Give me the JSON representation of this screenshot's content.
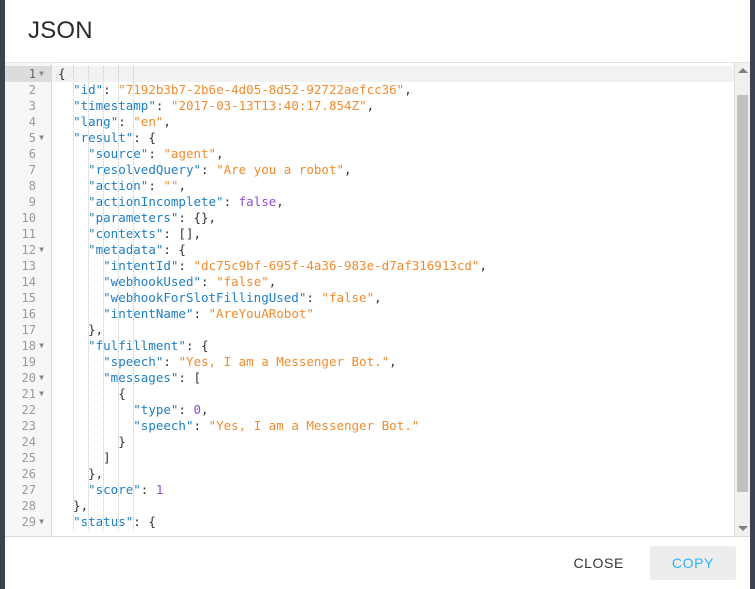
{
  "dialog": {
    "title": "JSON"
  },
  "footer": {
    "close_label": "CLOSE",
    "copy_label": "COPY"
  },
  "colors": {
    "key": "#1f7fc4",
    "string": "#f08c2e",
    "number": "#8b4fd6",
    "atom": "#8b4fd6",
    "punctuation": "#333333",
    "copy_accent": "#29b6f6",
    "frame": "#3c4250",
    "gutter_bg": "#f7f7f7",
    "active_line_bg": "#f2f2f2"
  },
  "editor": {
    "active_line": 1,
    "first_visible_line": 1,
    "last_visible_line": 29,
    "fold_lines": [
      1,
      5,
      12,
      18,
      20,
      21,
      29
    ],
    "scrollbar": {
      "up_arrow": "scroll-up-arrow",
      "down_arrow": "scroll-down-arrow",
      "thumb_top_pct": 3.5,
      "thumb_height_pct": 84
    },
    "lines": [
      {
        "n": 1,
        "indent": 0,
        "tokens": [
          {
            "t": "punct",
            "v": "{"
          }
        ]
      },
      {
        "n": 2,
        "indent": 1,
        "tokens": [
          {
            "t": "key",
            "v": "\"id\""
          },
          {
            "t": "punct",
            "v": ": "
          },
          {
            "t": "str",
            "v": "\"7192b3b7-2b6e-4d05-8d52-92722aefcc36\""
          },
          {
            "t": "punct",
            "v": ","
          }
        ]
      },
      {
        "n": 3,
        "indent": 1,
        "tokens": [
          {
            "t": "key",
            "v": "\"timestamp\""
          },
          {
            "t": "punct",
            "v": ": "
          },
          {
            "t": "str",
            "v": "\"2017-03-13T13:40:17.854Z\""
          },
          {
            "t": "punct",
            "v": ","
          }
        ]
      },
      {
        "n": 4,
        "indent": 1,
        "tokens": [
          {
            "t": "key",
            "v": "\"lang\""
          },
          {
            "t": "punct",
            "v": ": "
          },
          {
            "t": "str",
            "v": "\"en\""
          },
          {
            "t": "punct",
            "v": ","
          }
        ]
      },
      {
        "n": 5,
        "indent": 1,
        "tokens": [
          {
            "t": "key",
            "v": "\"result\""
          },
          {
            "t": "punct",
            "v": ": {"
          }
        ]
      },
      {
        "n": 6,
        "indent": 2,
        "tokens": [
          {
            "t": "key",
            "v": "\"source\""
          },
          {
            "t": "punct",
            "v": ": "
          },
          {
            "t": "str",
            "v": "\"agent\""
          },
          {
            "t": "punct",
            "v": ","
          }
        ]
      },
      {
        "n": 7,
        "indent": 2,
        "tokens": [
          {
            "t": "key",
            "v": "\"resolvedQuery\""
          },
          {
            "t": "punct",
            "v": ": "
          },
          {
            "t": "str",
            "v": "\"Are you a robot\""
          },
          {
            "t": "punct",
            "v": ","
          }
        ]
      },
      {
        "n": 8,
        "indent": 2,
        "tokens": [
          {
            "t": "key",
            "v": "\"action\""
          },
          {
            "t": "punct",
            "v": ": "
          },
          {
            "t": "str",
            "v": "\"\""
          },
          {
            "t": "punct",
            "v": ","
          }
        ]
      },
      {
        "n": 9,
        "indent": 2,
        "tokens": [
          {
            "t": "key",
            "v": "\"actionIncomplete\""
          },
          {
            "t": "punct",
            "v": ": "
          },
          {
            "t": "atom",
            "v": "false"
          },
          {
            "t": "punct",
            "v": ","
          }
        ]
      },
      {
        "n": 10,
        "indent": 2,
        "tokens": [
          {
            "t": "key",
            "v": "\"parameters\""
          },
          {
            "t": "punct",
            "v": ": {},"
          }
        ]
      },
      {
        "n": 11,
        "indent": 2,
        "tokens": [
          {
            "t": "key",
            "v": "\"contexts\""
          },
          {
            "t": "punct",
            "v": ": [],"
          }
        ]
      },
      {
        "n": 12,
        "indent": 2,
        "tokens": [
          {
            "t": "key",
            "v": "\"metadata\""
          },
          {
            "t": "punct",
            "v": ": {"
          }
        ]
      },
      {
        "n": 13,
        "indent": 3,
        "tokens": [
          {
            "t": "key",
            "v": "\"intentId\""
          },
          {
            "t": "punct",
            "v": ": "
          },
          {
            "t": "str",
            "v": "\"dc75c9bf-695f-4a36-983e-d7af316913cd\""
          },
          {
            "t": "punct",
            "v": ","
          }
        ]
      },
      {
        "n": 14,
        "indent": 3,
        "tokens": [
          {
            "t": "key",
            "v": "\"webhookUsed\""
          },
          {
            "t": "punct",
            "v": ": "
          },
          {
            "t": "str",
            "v": "\"false\""
          },
          {
            "t": "punct",
            "v": ","
          }
        ]
      },
      {
        "n": 15,
        "indent": 3,
        "tokens": [
          {
            "t": "key",
            "v": "\"webhookForSlotFillingUsed\""
          },
          {
            "t": "punct",
            "v": ": "
          },
          {
            "t": "str",
            "v": "\"false\""
          },
          {
            "t": "punct",
            "v": ","
          }
        ]
      },
      {
        "n": 16,
        "indent": 3,
        "tokens": [
          {
            "t": "key",
            "v": "\"intentName\""
          },
          {
            "t": "punct",
            "v": ": "
          },
          {
            "t": "str",
            "v": "\"AreYouARobot\""
          }
        ]
      },
      {
        "n": 17,
        "indent": 2,
        "tokens": [
          {
            "t": "punct",
            "v": "},"
          }
        ]
      },
      {
        "n": 18,
        "indent": 2,
        "tokens": [
          {
            "t": "key",
            "v": "\"fulfillment\""
          },
          {
            "t": "punct",
            "v": ": {"
          }
        ]
      },
      {
        "n": 19,
        "indent": 3,
        "tokens": [
          {
            "t": "key",
            "v": "\"speech\""
          },
          {
            "t": "punct",
            "v": ": "
          },
          {
            "t": "str",
            "v": "\"Yes, I am a Messenger Bot.\""
          },
          {
            "t": "punct",
            "v": ","
          }
        ]
      },
      {
        "n": 20,
        "indent": 3,
        "tokens": [
          {
            "t": "key",
            "v": "\"messages\""
          },
          {
            "t": "punct",
            "v": ": ["
          }
        ]
      },
      {
        "n": 21,
        "indent": 4,
        "tokens": [
          {
            "t": "punct",
            "v": "{"
          }
        ]
      },
      {
        "n": 22,
        "indent": 5,
        "tokens": [
          {
            "t": "key",
            "v": "\"type\""
          },
          {
            "t": "punct",
            "v": ": "
          },
          {
            "t": "num",
            "v": "0"
          },
          {
            "t": "punct",
            "v": ","
          }
        ]
      },
      {
        "n": 23,
        "indent": 5,
        "tokens": [
          {
            "t": "key",
            "v": "\"speech\""
          },
          {
            "t": "punct",
            "v": ": "
          },
          {
            "t": "str",
            "v": "\"Yes, I am a Messenger Bot.\""
          }
        ]
      },
      {
        "n": 24,
        "indent": 4,
        "tokens": [
          {
            "t": "punct",
            "v": "}"
          }
        ]
      },
      {
        "n": 25,
        "indent": 3,
        "tokens": [
          {
            "t": "punct",
            "v": "]"
          }
        ]
      },
      {
        "n": 26,
        "indent": 2,
        "tokens": [
          {
            "t": "punct",
            "v": "},"
          }
        ]
      },
      {
        "n": 27,
        "indent": 2,
        "tokens": [
          {
            "t": "key",
            "v": "\"score\""
          },
          {
            "t": "punct",
            "v": ": "
          },
          {
            "t": "num",
            "v": "1"
          }
        ]
      },
      {
        "n": 28,
        "indent": 1,
        "tokens": [
          {
            "t": "punct",
            "v": "},"
          }
        ]
      },
      {
        "n": 29,
        "indent": 1,
        "tokens": [
          {
            "t": "key",
            "v": "\"status\""
          },
          {
            "t": "punct",
            "v": ": {"
          }
        ]
      }
    ]
  }
}
